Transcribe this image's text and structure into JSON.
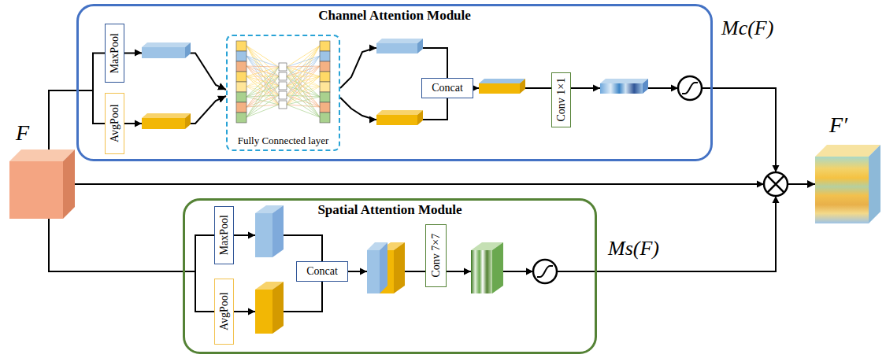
{
  "diagram": {
    "nodes": [
      {
        "text": [
          "F"
        ]
      },
      {
        "text": [
          "Channel Attention Module"
        ]
      },
      {
        "text": [
          "MaxPool"
        ],
        "in": 1
      },
      {
        "text": [
          "AvgPool"
        ],
        "in": 1
      },
      {
        "text": [
          "Fully Connected layer"
        ],
        "in": 1
      },
      {
        "text": [
          "Concat"
        ],
        "in": 1
      },
      {
        "text": [
          "Conv 1×1"
        ],
        "in": 1
      },
      {
        "text": [
          "Spatial Attention Module"
        ]
      },
      {
        "text": [
          "MaxPool"
        ],
        "in": 7
      },
      {
        "text": [
          "AvgPool"
        ],
        "in": 7
      },
      {
        "text": [
          "Concat"
        ],
        "in": 7
      },
      {
        "text": [
          "Conv 7×7"
        ],
        "in": 7
      },
      {
        "text": [
          "F′"
        ]
      }
    ],
    "edges": [
      {
        "from": 0,
        "to": 2,
        "arrow": "none"
      },
      {
        "from": 0,
        "to": 3,
        "arrow": "none"
      },
      {
        "from": 2,
        "to": 4,
        "arrow": "to"
      },
      {
        "from": 3,
        "to": 4,
        "arrow": "to"
      },
      {
        "from": 4,
        "to": 5,
        "arrow": "none"
      },
      {
        "from": 4,
        "to": 5,
        "arrow": "none"
      },
      {
        "from": 5,
        "to": 6,
        "arrow": "none"
      },
      {
        "from": 0,
        "to": 8,
        "arrow": "none"
      },
      {
        "from": 0,
        "to": 9,
        "arrow": "none"
      },
      {
        "from": 8,
        "to": 10,
        "arrow": "none"
      },
      {
        "from": 9,
        "to": 10,
        "arrow": "none"
      },
      {
        "from": 10,
        "to": 11,
        "arrow": "none"
      },
      {
        "from": 0,
        "to": 12,
        "arrow": "to"
      }
    ],
    "labels": [
      "Mc(F)",
      "Ms(F)"
    ]
  }
}
